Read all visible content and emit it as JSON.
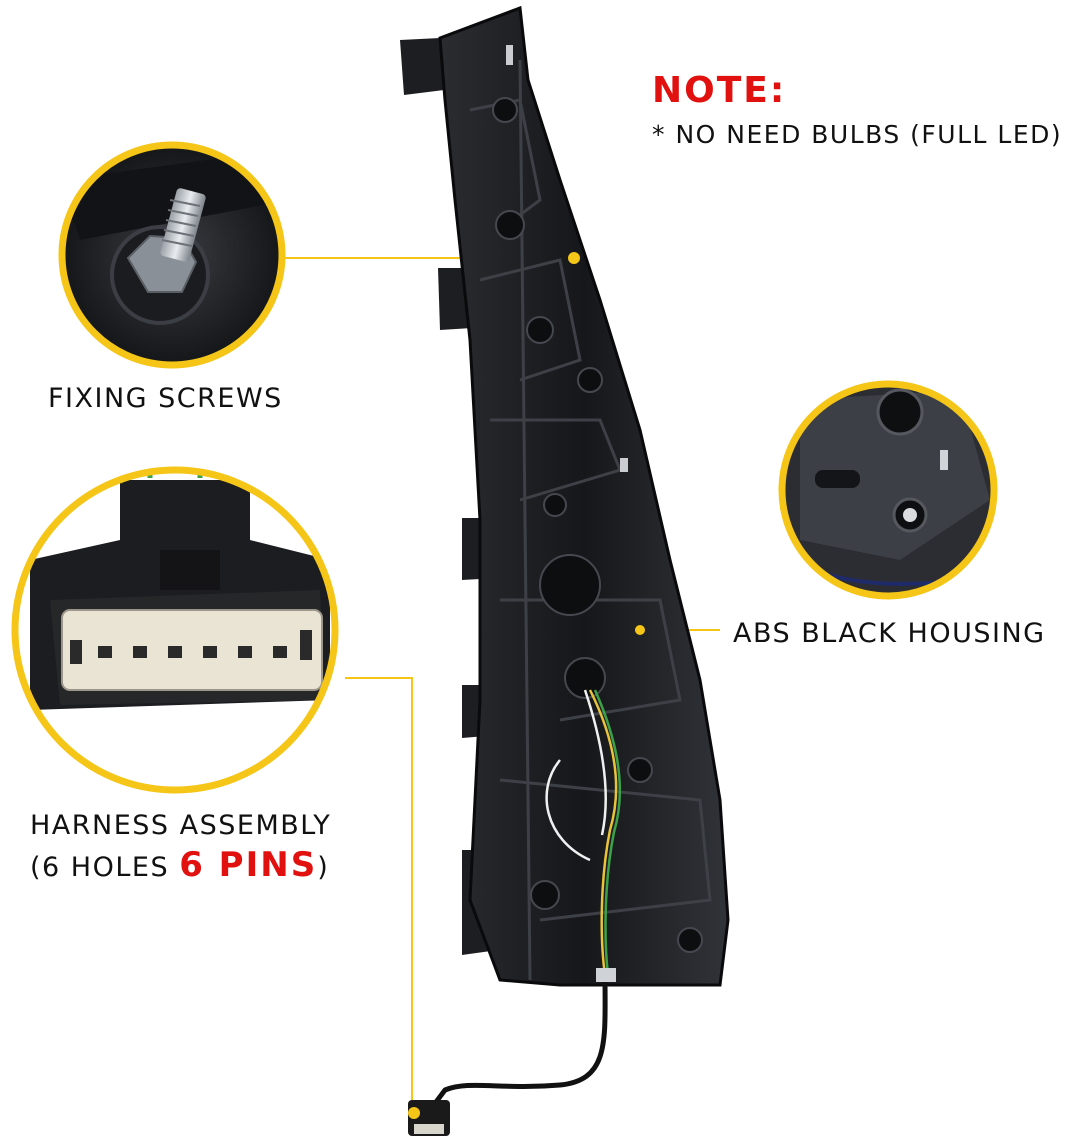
{
  "note": {
    "title": "NOTE:",
    "line": "* NO NEED BULBS (FULL LED)"
  },
  "callouts": {
    "fixing_screws": "FIXING SCREWS",
    "abs_housing": "ABS BLACK HOUSING",
    "harness_line1": "HARNESS ASSEMBLY",
    "harness_line2_prefix": "(6 HOLES ",
    "harness_line2_highlight": "6 PINS",
    "harness_line2_suffix": ")"
  },
  "colors": {
    "accent_yellow": "#f5c518",
    "note_red": "#e0110f",
    "housing_black": "#1a1b1e"
  },
  "icons": {
    "screw_detail": "screw-closeup-icon",
    "harness_detail": "connector-closeup-icon",
    "housing_detail": "housing-closeup-icon"
  }
}
